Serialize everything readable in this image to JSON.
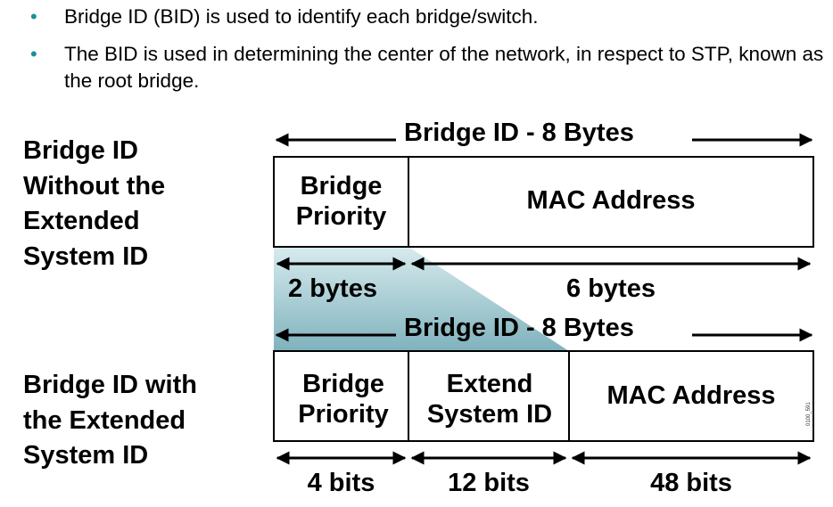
{
  "bullets": [
    "Bridge ID (BID) is used to identify each bridge/switch.",
    "The BID is used in determining the center of the network, in respect to STP, known as the root bridge."
  ],
  "bullet_symbol": "•",
  "accent_color": "#1a8f9a",
  "top_diagram": {
    "side_label": [
      "Bridge ID",
      "Without the",
      "Extended",
      "System ID"
    ],
    "header": "Bridge ID - 8 Bytes",
    "fields": [
      {
        "name": "Bridge Priority",
        "line1": "Bridge",
        "line2": "Priority",
        "size": "2 bytes"
      },
      {
        "name": "MAC Address",
        "size": "6 bytes"
      }
    ]
  },
  "bottom_diagram": {
    "side_label": [
      "Bridge ID with",
      "the Extended",
      "System ID"
    ],
    "header": "Bridge ID - 8 Bytes",
    "fields": [
      {
        "line1": "Bridge",
        "line2": "Priority",
        "size": "4 bits"
      },
      {
        "line1": "Extend",
        "line2": "System ID",
        "size": "12 bits"
      },
      {
        "name": "MAC Address",
        "size": "48 bits"
      }
    ]
  },
  "figure_code": "0100_591"
}
